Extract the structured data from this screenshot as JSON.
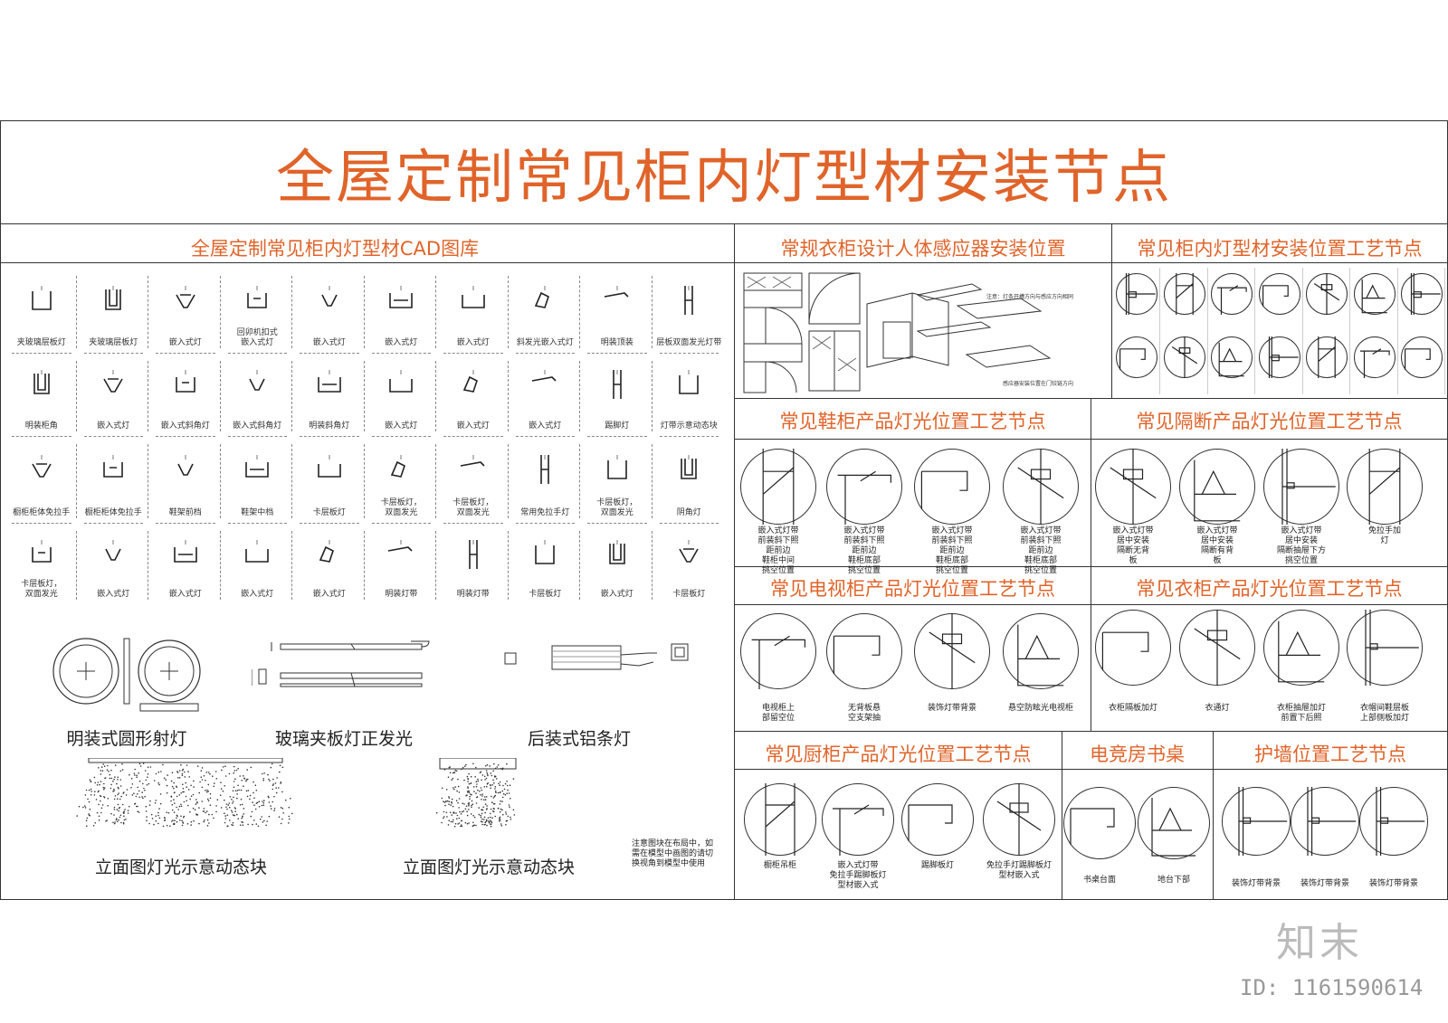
{
  "main_title": "全屋定制常见柜内灯型材安装节点",
  "colors": {
    "accent": "#e0642a",
    "line": "#333333"
  },
  "library": {
    "title": "全屋定制常见柜内灯型材CAD图库",
    "cells": [
      "夹玻璃层板灯",
      "夹玻璃层板灯",
      "嵌入式灯",
      "回卯机扣式\n嵌入式灯",
      "嵌入式灯",
      "嵌入式灯",
      "嵌入式灯",
      "斜发光嵌入式灯",
      "明装顶装",
      "层板双面发光灯带",
      "明装柜角",
      "嵌入式灯",
      "嵌入式斜角灯",
      "嵌入式斜角灯",
      "明装斜角灯",
      "嵌入式灯",
      "嵌入式灯",
      "嵌入式灯",
      "踢脚灯",
      "灯带示意动态块",
      "橱柜柜体免拉手",
      "橱柜柜体免拉手",
      "鞋架前档",
      "鞋架中档",
      "卡层板灯",
      "卡层板灯，\n双面发光",
      "卡层板灯，\n双面发光",
      "常用免拉手灯",
      "卡层板灯，\n双面发光",
      "阴角灯",
      "卡层板灯，\n双面发光",
      "嵌入式灯",
      "嵌入式灯",
      "嵌入式灯",
      "嵌入式灯",
      "明装灯带",
      "明装灯带",
      "卡层板灯",
      "嵌入式灯",
      "卡层板灯"
    ],
    "big_labels": [
      "明装式圆形射灯",
      "玻璃夹板灯正发光",
      "后装式铝条灯",
      "立面图灯光示意动态块",
      "立面图灯光示意动态块"
    ],
    "note": "注意图块在布局中，如\n需在模型中画图的请切\n换视角到模型中使用"
  },
  "sensor": {
    "title": "常规衣柜设计人体感应器安装位置",
    "note1": "注意：灯条开槽方向与感应方向相同",
    "note2": "感应器安装位置在门铰链方向"
  },
  "cabinet_light": {
    "title": "常见柜内灯型材安装位置工艺节点"
  },
  "shoe": {
    "title": "常见鞋柜产品灯光位置工艺节点",
    "labels": [
      "嵌入式灯带\n前装斜下照\n距前边\n鞋柜中间\n挑空位置",
      "嵌入式灯带\n前装斜下照\n距前边\n鞋柜底部\n挑空位置",
      "嵌入式灯带\n前装斜下照\n距前边\n鞋柜底部\n挑空位置",
      "嵌入式灯带\n前装斜下照\n距前边\n鞋柜底部\n挑空位置"
    ]
  },
  "partition": {
    "title": "常见隔断产品灯光位置工艺节点",
    "labels": [
      "嵌入式灯带\n居中安装\n隔断无背\n板",
      "嵌入式灯带\n居中安装\n隔断有背\n板",
      "嵌入式灯带\n居中安装\n隔断抽屉下方\n挑空位置",
      "免拉手加\n灯"
    ]
  },
  "tv": {
    "title": "常见电视柜产品灯光位置工艺节点",
    "labels": [
      "电视柜上\n部留空位",
      "无背板悬\n空支架抽",
      "装饰灯带背景",
      "悬空防眩光电视柜"
    ]
  },
  "wardrobe": {
    "title": "常见衣柜产品灯光位置工艺节点",
    "labels": [
      "衣柜隔板加灯",
      "衣通灯",
      "衣柜抽屉加灯\n前置下后照",
      "衣帽间鞋层板\n上部侧板加灯"
    ]
  },
  "kitchen": {
    "title": "常见厨柜产品灯光位置工艺节点",
    "labels": [
      "橱柜吊柜",
      "嵌入式灯带\n免拉手踢脚板灯\n型材嵌入式",
      "踢脚板灯",
      "免拉手灯踢脚板灯\n型材嵌入式"
    ]
  },
  "desk": {
    "title": "电竞房书桌",
    "labels": [
      "书桌台面",
      "地台下部"
    ]
  },
  "wall": {
    "title": "护墙位置工艺节点",
    "labels": [
      "装饰灯带背景",
      "装饰灯带背景",
      "装饰灯带背景"
    ]
  },
  "watermark": {
    "logo": "知末",
    "id": "ID: 1161590614"
  }
}
